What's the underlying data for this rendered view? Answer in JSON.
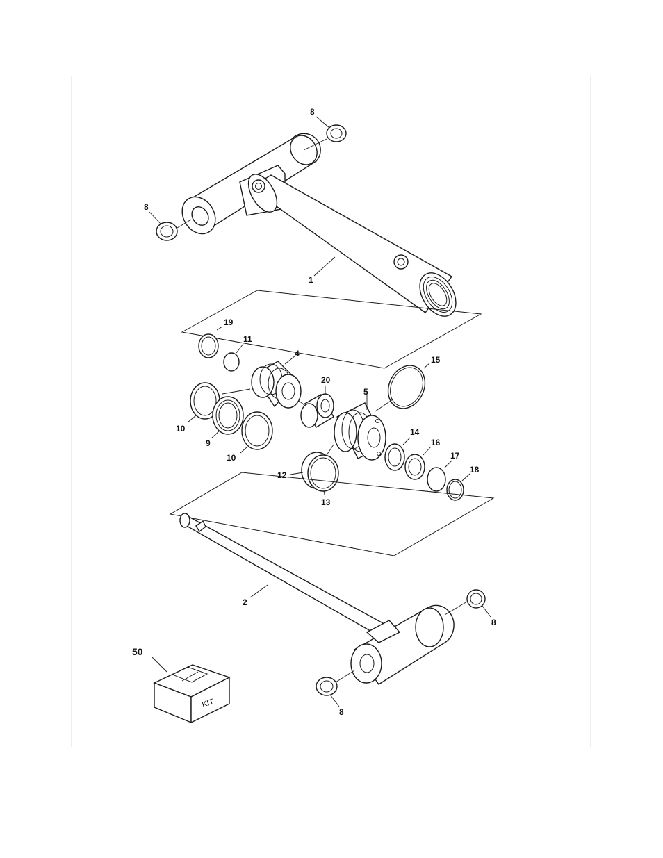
{
  "callouts": {
    "c8_top": "8",
    "c8_left": "8",
    "c1": "1",
    "c19": "19",
    "c11": "11",
    "c4": "4",
    "c15": "15",
    "c20": "20",
    "c5": "5",
    "c10_a": "10",
    "c9": "9",
    "c10_b": "10",
    "c14": "14",
    "c16": "16",
    "c17": "17",
    "c18": "18",
    "c12": "12",
    "c13": "13",
    "c2": "2",
    "c8_right": "8",
    "c50": "50",
    "c8_bottom": "8"
  },
  "kit_box": {
    "label": "KIT"
  }
}
